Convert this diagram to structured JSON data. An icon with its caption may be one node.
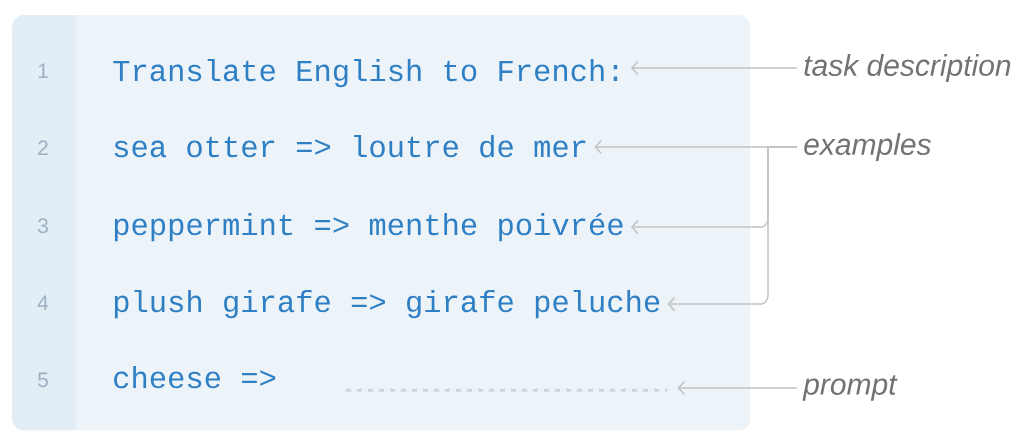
{
  "diagram": {
    "nodes": [
      {
        "text": [],
        "shape": "box"
      },
      {
        "text": [
          "1",
          "2",
          "3",
          "4",
          "5"
        ]
      },
      {
        "text": [
          "Translate English to French:"
        ],
        "in": 0
      },
      {
        "text": [
          "sea otter => loutre de mer"
        ],
        "in": 0
      },
      {
        "text": [
          "peppermint => menthe poivrée"
        ],
        "in": 0
      },
      {
        "text": [
          "plush girafe => girafe peluche"
        ],
        "in": 0
      },
      {
        "text": [
          "cheese =>"
        ],
        "in": 0
      },
      {
        "text": [],
        "shape": "line",
        "in": 0
      },
      {
        "text": [
          "task description"
        ]
      },
      {
        "text": [
          "examples"
        ]
      },
      {
        "text": [
          "prompt"
        ]
      }
    ],
    "edges": [
      {
        "from": 8,
        "to": 2,
        "arrow": "to"
      },
      {
        "from": 9,
        "to": 3,
        "arrow": "to"
      },
      {
        "from": 9,
        "to": 4,
        "arrow": "to"
      },
      {
        "from": 9,
        "to": 5,
        "arrow": "to"
      },
      {
        "from": 10,
        "to": 7,
        "arrow": "to"
      }
    ]
  }
}
